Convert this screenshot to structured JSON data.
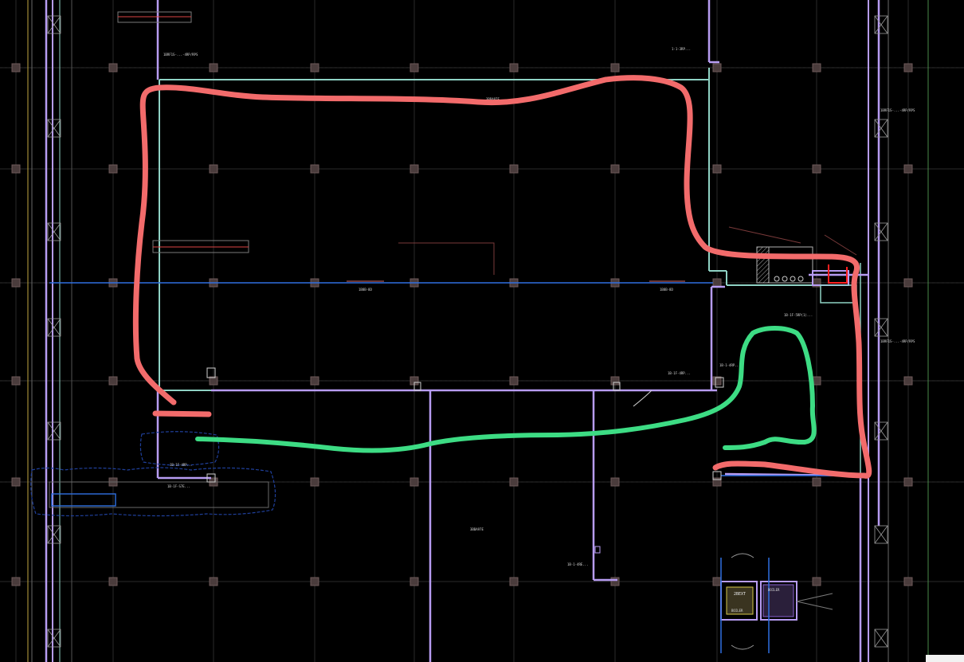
{
  "drawing": {
    "background": "#000000",
    "colors": {
      "duct_purple": "#b79cf2",
      "duct_teal": "#8fd2c4",
      "pipe_blue": "#2f6fe0",
      "grid_line": "#2a2a2a",
      "column": "#5a4a4a",
      "markup_red": "#f26b6b",
      "markup_green": "#3ddc84",
      "highlight_red": "#ff2020",
      "cloud_blue": "#1f3f9a",
      "equipment_yellow": "#d7c84a"
    },
    "labels": {
      "room_main": "3BBA97E",
      "room_lower": "3BBA97E",
      "tag_pipe_1": "1B8B-8D",
      "tag_pipe_2": "1B8B-8D",
      "tag_a": "1-1-3RP...",
      "tag_b": "1B-1F-5RP(1)...",
      "tag_c": "1B-1F-4RP...",
      "tag_d": "1B-1-4RP...",
      "tag_e": "1B-1F-4RP...",
      "tag_f": "1B-1-4RE...",
      "tag_g": "1B-1F-S7E...",
      "tag_h": "1BRF1S-...-4RP/RPS",
      "tag_i": "1BRF1S-...-4RP/RPS",
      "tag_j": "1BRF1S-...-4RP/RPS",
      "equip_1": "2BEXT",
      "equip_2": "BOILER",
      "equip_3": "BOILER"
    }
  }
}
